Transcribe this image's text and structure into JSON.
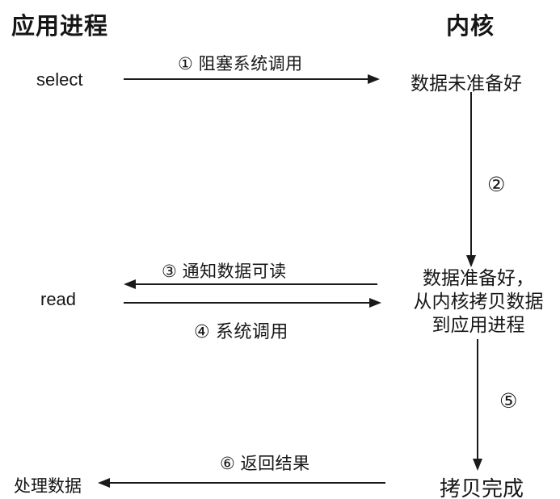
{
  "headers": {
    "app": "应用进程",
    "kernel": "内核"
  },
  "nodes": {
    "select": "select",
    "read": "read",
    "process_data": "处理数据",
    "data_not_ready": "数据未准备好",
    "data_ready_line1": "数据准备好，",
    "data_ready_line2": "从内核拷贝数据",
    "data_ready_line3": "到应用进程",
    "copy_done": "拷贝完成"
  },
  "arrows": {
    "a1": {
      "label": "① 阻塞系统调用",
      "direction": "right",
      "from": "select",
      "to": "data_not_ready"
    },
    "a2": {
      "label": "②",
      "direction": "down",
      "from": "data_not_ready",
      "to": "data_ready"
    },
    "a3": {
      "label": "③ 通知数据可读",
      "direction": "left",
      "from": "data_ready",
      "to": "read"
    },
    "a4": {
      "label": "④ 系统调用",
      "direction": "right",
      "from": "read",
      "to": "data_ready"
    },
    "a5": {
      "label": "⑤",
      "direction": "down",
      "from": "data_ready",
      "to": "copy_done"
    },
    "a6": {
      "label": "⑥ 返回结果",
      "direction": "left",
      "from": "copy_done",
      "to": "process_data"
    }
  },
  "colors": {
    "line": "#1a1a1a",
    "text": "#161616",
    "background": "#ffffff"
  }
}
